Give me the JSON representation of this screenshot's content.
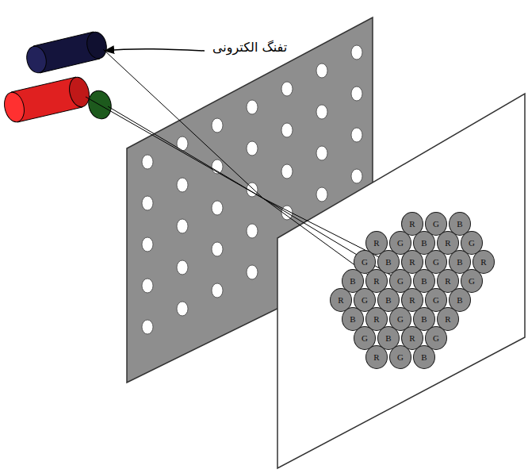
{
  "diagram": {
    "nodes": [
      {
        "text": [
          "R"
        ]
      },
      {
        "text": [
          "G"
        ]
      },
      {
        "text": [
          "B"
        ]
      },
      {
        "text": [
          "R"
        ]
      },
      {
        "text": [
          "G"
        ]
      },
      {
        "text": [
          "B"
        ]
      },
      {
        "text": [
          "R"
        ]
      },
      {
        "text": [
          "G"
        ]
      },
      {
        "text": [
          "G"
        ]
      },
      {
        "text": [
          "B"
        ]
      },
      {
        "text": [
          "R"
        ]
      },
      {
        "text": [
          "G"
        ]
      },
      {
        "text": [
          "B"
        ]
      },
      {
        "text": [
          "R"
        ]
      },
      {
        "text": [
          "B"
        ]
      },
      {
        "text": [
          "R"
        ]
      },
      {
        "text": [
          "G"
        ]
      },
      {
        "text": [
          "B"
        ]
      },
      {
        "text": [
          "R"
        ]
      },
      {
        "text": [
          "G"
        ]
      },
      {
        "text": [
          "R"
        ]
      },
      {
        "text": [
          "G"
        ]
      },
      {
        "text": [
          "B"
        ]
      },
      {
        "text": [
          "R"
        ]
      },
      {
        "text": [
          "G"
        ]
      },
      {
        "text": [
          "B"
        ]
      },
      {
        "text": [
          "B"
        ]
      },
      {
        "text": [
          "R"
        ]
      },
      {
        "text": [
          "G"
        ]
      },
      {
        "text": [
          "B"
        ]
      },
      {
        "text": [
          "R"
        ]
      },
      {
        "text": [
          "G"
        ]
      },
      {
        "text": [
          "B"
        ]
      },
      {
        "text": [
          "R"
        ]
      },
      {
        "text": [
          "G"
        ]
      },
      {
        "text": [
          "R"
        ]
      },
      {
        "text": [
          "G"
        ]
      },
      {
        "text": [
          "B"
        ]
      }
    ],
    "labels": [
      "تفنگ الکترونی"
    ]
  }
}
